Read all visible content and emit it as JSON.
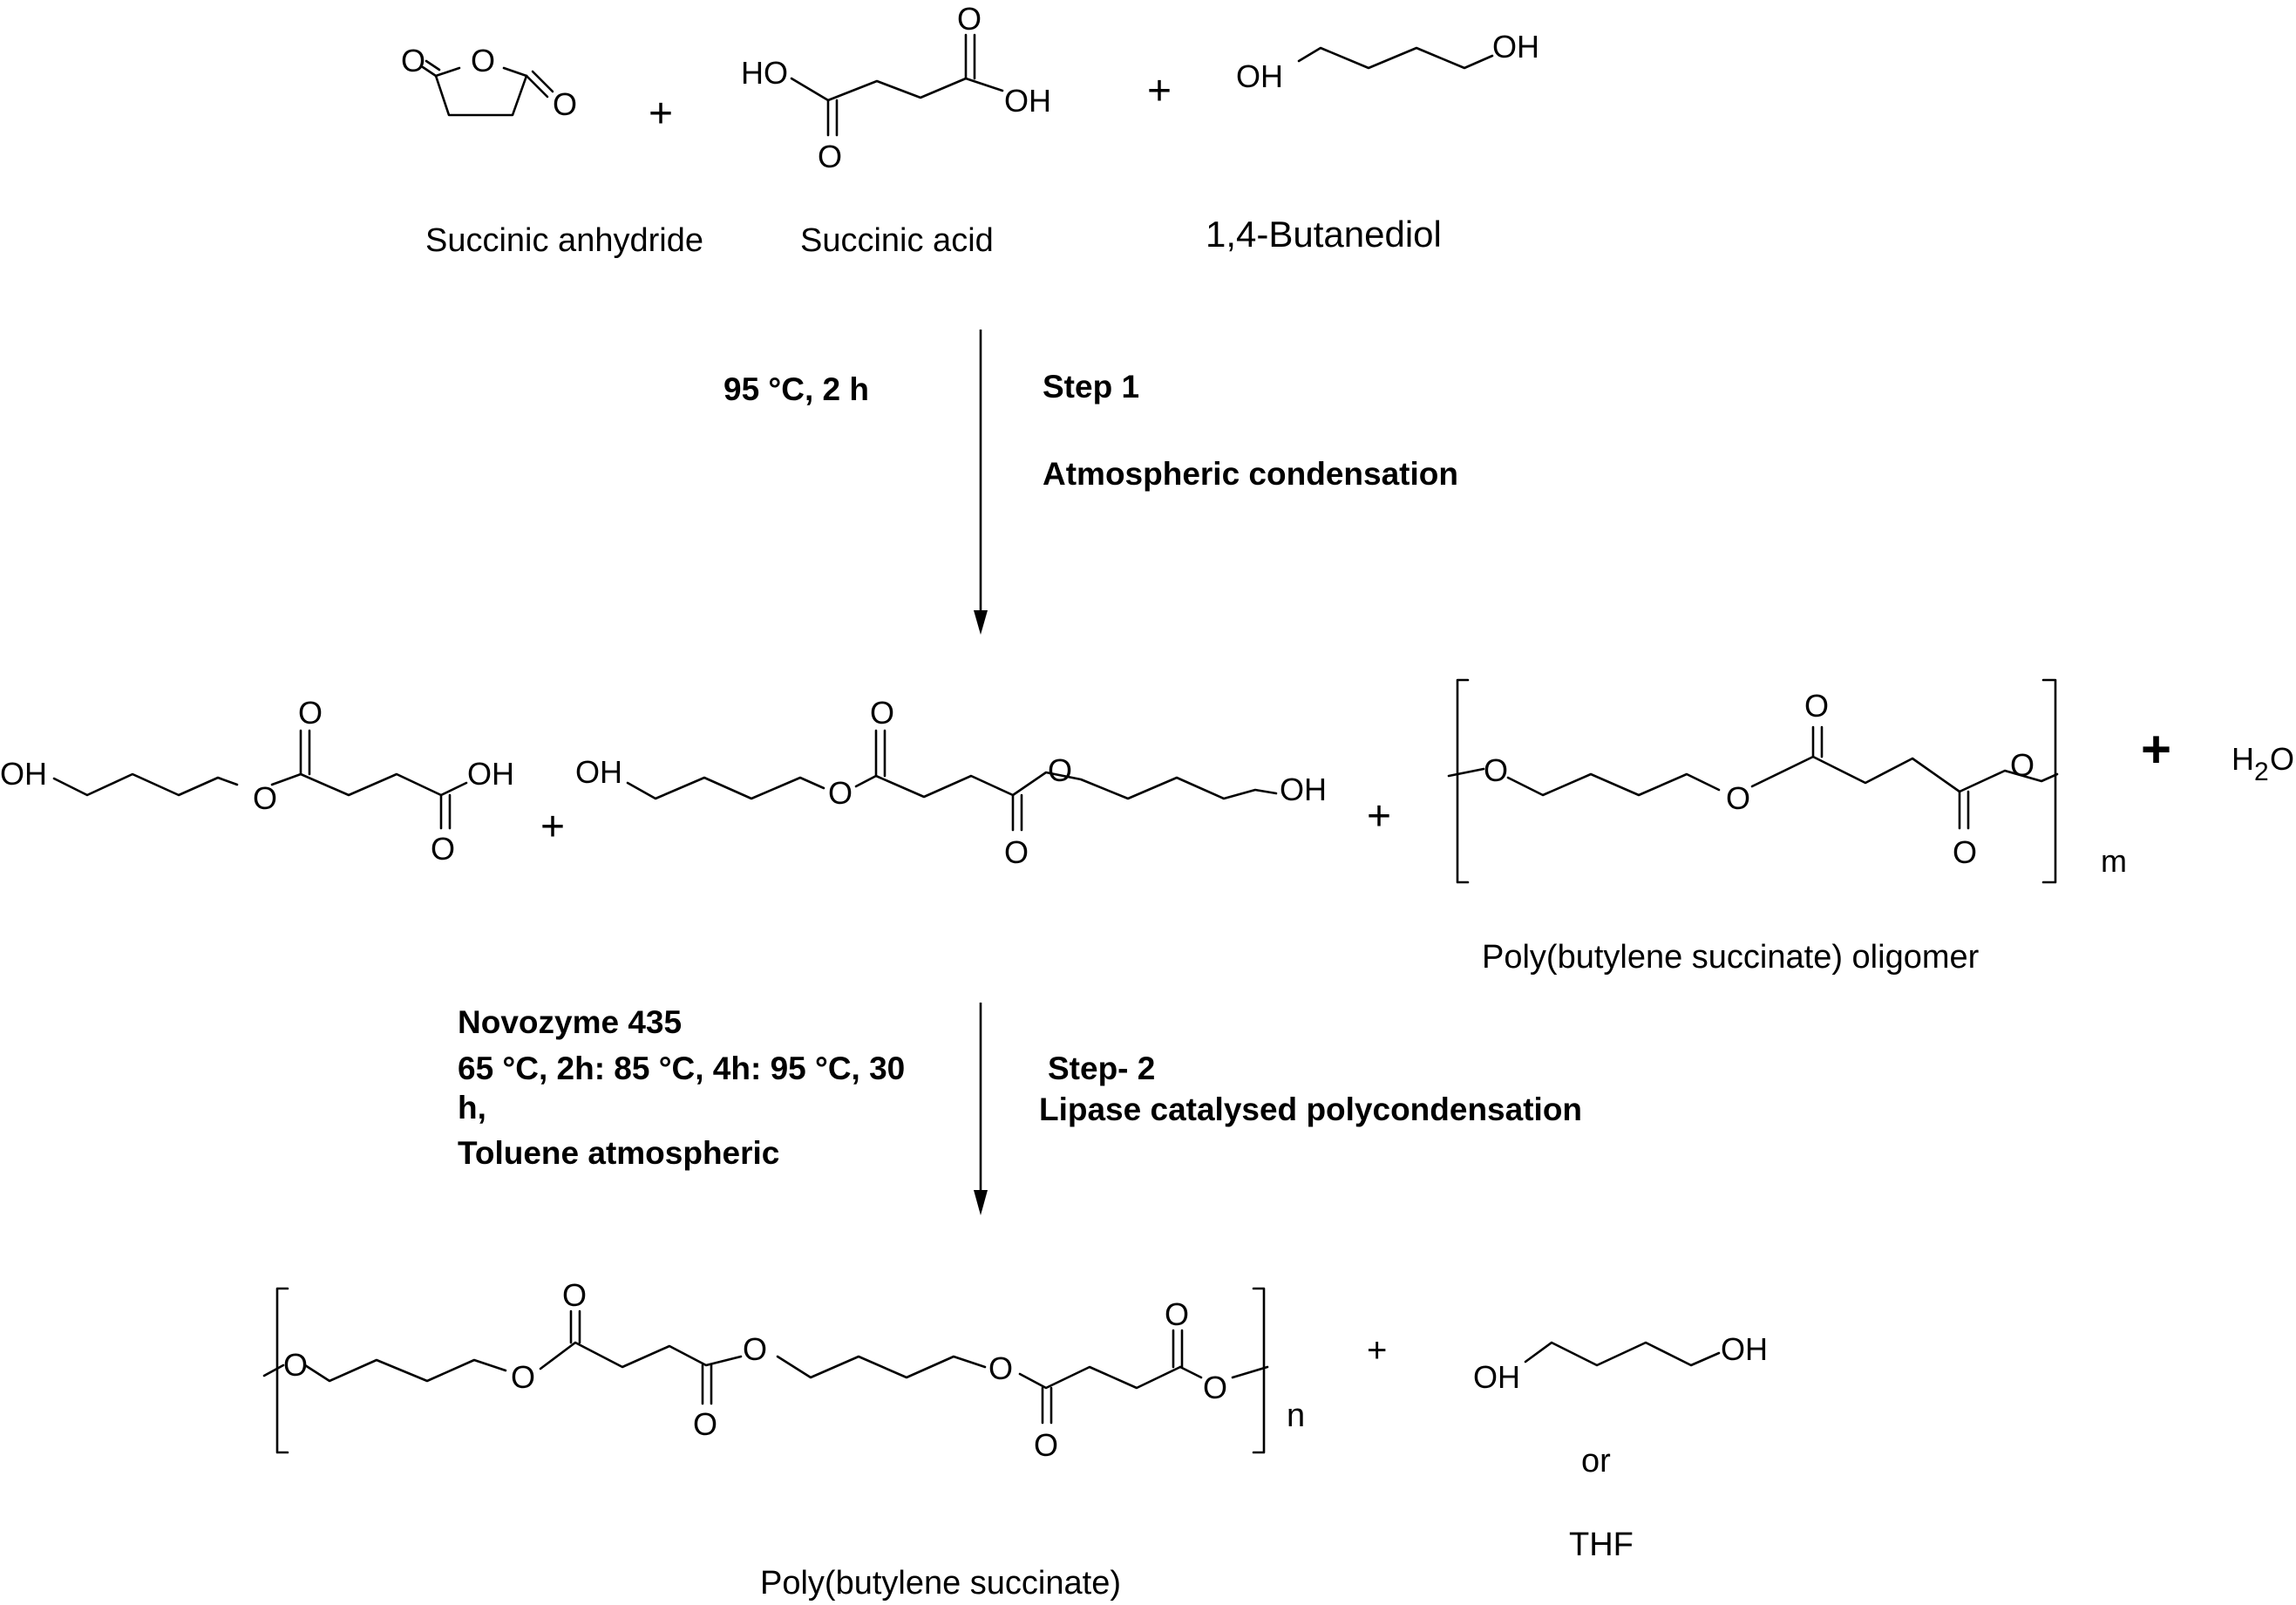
{
  "reactants": {
    "succinic_anhydride": "Succinic anhydride",
    "succinic_acid": "Succinic acid",
    "butanediol": "1,4-Butanediol"
  },
  "step1": {
    "conditions": "95 °C, 2 h",
    "title": "Step 1",
    "description": "Atmospheric condensation"
  },
  "intermediates": {
    "oligomer": "Poly(butylene succinate) oligomer",
    "oligomer_repeat": "m",
    "water": "H",
    "water_sub": "2",
    "water_o": "O"
  },
  "step2": {
    "catalyst": "Novozyme 435",
    "conditions_line1": "65 °C, 2h: 85 °C, 4h: 95 °C, 30",
    "conditions_line2": "h,",
    "conditions_line3": "Toluene atmospheric",
    "title": "Step- 2",
    "description": "Lipase catalysed polycondensation"
  },
  "products": {
    "polymer": "Poly(butylene succinate)",
    "polymer_repeat": "n",
    "byproduct_or": "or",
    "byproduct_alt": "THF"
  },
  "atoms": {
    "O": "O",
    "OH": "OH",
    "HO": "HO",
    "plus": "+"
  }
}
